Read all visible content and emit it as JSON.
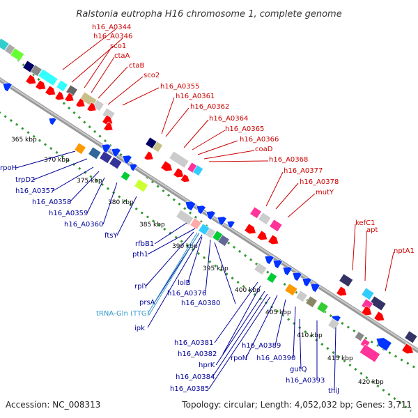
{
  "title": "Ralstonia eutropha H16 chromosome 1, complete genome",
  "footer": {
    "accession": "Accession: NC_008313",
    "topology": "Topology: circular; Length: 4,052,032 bp; Genes: 3,711"
  },
  "ticks": [
    "365 kbp",
    "370 kbp",
    "375 kbp",
    "380 kbp",
    "385 kbp",
    "390 kbp",
    "395 kbp",
    "400 kbp",
    "405 kbp",
    "410 kbp",
    "415 kbp",
    "420 kbp"
  ],
  "top_labels": [
    "h16_A0344",
    "h16_A0346",
    "sco1",
    "ctaA",
    "ctaB",
    "sco2",
    "h16_A0355",
    "h16_A0361",
    "h16_A0362",
    "h16_A0364",
    "h16_A0365",
    "h16_A0366",
    "coaD",
    "h16_A0368",
    "h16_A0377",
    "h16_A0378",
    "mutY",
    "kefC1",
    "apt",
    "nptA1"
  ],
  "bottom_labels": [
    "rpoH",
    "trpD2",
    "h16_A0357",
    "h16_A0358",
    "h16_A0359",
    "h16_A0360",
    "ftsY",
    "rfbB1",
    "pth1",
    "rplY",
    "prsA",
    "tRNA-Gln (TTG)",
    "ipk",
    "lolB",
    "h16_A0376",
    "h16_A0380",
    "h16_A0381",
    "h16_A0382",
    "hprK",
    "h16_A0384",
    "h16_A0385",
    "rpoN",
    "h16_A0389",
    "h16_A0390",
    "gutQ",
    "h16_A0393",
    "thiJ"
  ],
  "colors": {
    "top_gene_label": "#cc0000",
    "bottom_gene_label": "#000099",
    "trna_label": "#3399cc",
    "backbone": "#999999",
    "tick_dots": "#339933"
  }
}
